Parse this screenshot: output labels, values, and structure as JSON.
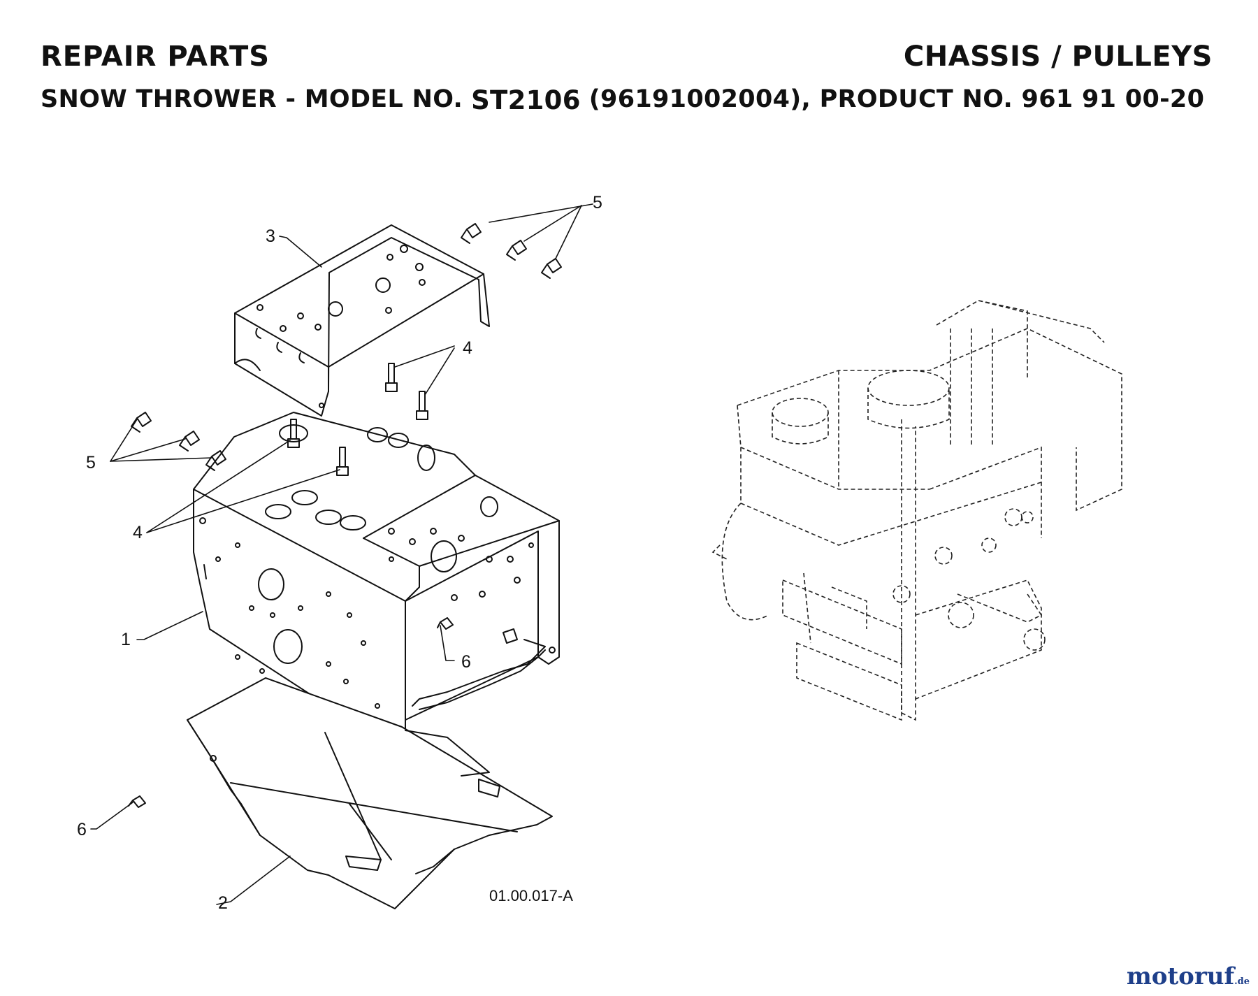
{
  "header": {
    "left_title": "REPAIR PARTS",
    "right_title": "CHASSIS / PULLEYS",
    "subtitle_prefix": "SNOW THROWER - MODEL NO.",
    "model": "ST2106",
    "subtitle_suffix": "(96191002004), PRODUCT NO. 961 91 00-20"
  },
  "callouts": {
    "c1": "1",
    "c2": "2",
    "c3": "3",
    "c4_top": "4",
    "c4_left": "4",
    "c5_top": "5",
    "c5_left": "5",
    "c6_right": "6",
    "c6_left": "6"
  },
  "drawing_number": "01.00.017-A",
  "watermark": {
    "text": "motoruf",
    "suffix": ".de",
    "colors": {
      "text": "#1e3f8a",
      "accent": "#a5b400"
    }
  }
}
